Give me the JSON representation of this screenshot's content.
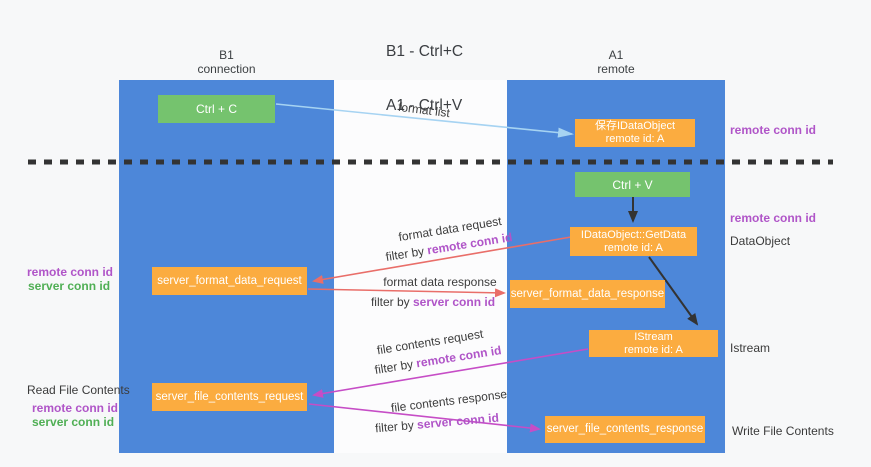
{
  "title": {
    "line1": "B1 - Ctrl+C",
    "line2": "A1 - Ctrl+V"
  },
  "lifelines": {
    "b1": {
      "name": "B1",
      "role": "connection"
    },
    "a1": {
      "name": "A1",
      "role": "remote"
    }
  },
  "boxes": {
    "ctrl_c": {
      "label": "Ctrl + C"
    },
    "ctrl_v": {
      "label": "Ctrl + V"
    },
    "save_dataobject": {
      "title": "保存IDataObject",
      "subtitle": "remote id: A"
    },
    "getdata": {
      "title": "IDataObject::GetData",
      "subtitle": "remote id: A"
    },
    "istream": {
      "title": "IStream",
      "subtitle": "remote id: A"
    },
    "server_format_data_request": {
      "label": "server_format_data_request"
    },
    "server_format_data_response": {
      "label": "server_format_data_response"
    },
    "server_file_contents_request": {
      "label": "server_file_contents_request"
    },
    "server_file_contents_response": {
      "label": "server_file_contents_response"
    }
  },
  "messages": {
    "format_list": {
      "label": "format list"
    },
    "format_data_request": {
      "label": "format data request",
      "filter_prefix": "filter by ",
      "filter_key": "remote conn id"
    },
    "format_data_response": {
      "label": "format data response",
      "filter_prefix": "filter by ",
      "filter_key": "server conn id"
    },
    "file_contents_request": {
      "label": "file contents request",
      "filter_prefix": "filter by ",
      "filter_key": "remote conn id"
    },
    "file_contents_response": {
      "label": "file contents response",
      "filter_prefix": "filter by ",
      "filter_key": "server conn id"
    }
  },
  "annotations": {
    "right_remote_conn_top": "remote conn id",
    "right_remote_conn_mid": "remote conn id",
    "dataobject": "DataObject",
    "istream": "Istream",
    "write_file_contents": "Write File Contents",
    "left_remote_conn_top": "remote conn id",
    "left_server_conn_top": "server conn id",
    "read_file_contents": "Read File Contents",
    "left_remote_conn_bottom": "remote conn id",
    "left_server_conn_bottom": "server conn id"
  },
  "colors": {
    "page_bg": "#f7f8f9",
    "lane_bg": "#fcfcfd",
    "lifeline_blue": "#4d87d9",
    "action_green": "#75c36e",
    "message_orange": "#fbac40",
    "arrow_salmon": "#e96e69",
    "arrow_magenta": "#c64dc6",
    "arrow_lightblue": "#a6d3f2",
    "arrow_black": "#333333",
    "label_purple": "#b055c8",
    "label_green": "#50af55"
  }
}
